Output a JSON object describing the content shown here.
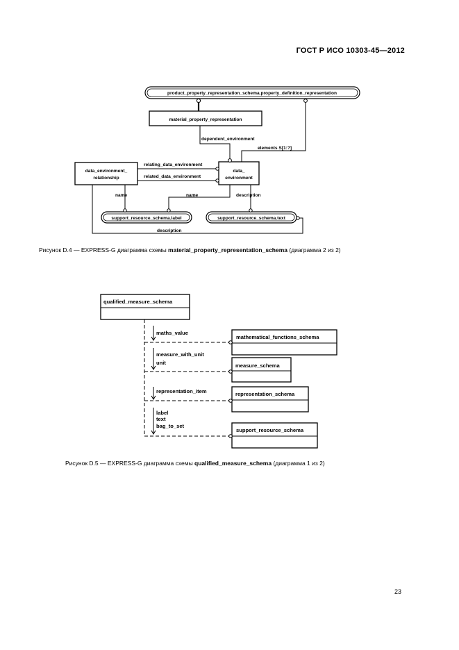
{
  "header": {
    "standard": "ГОСТ Р ИСО 10303-45—2012"
  },
  "figure_d4": {
    "nodes": {
      "top": "product_property_representation_schema.property_definition_representation",
      "mpr": "material_property_representation",
      "der_line1": "data_environment_",
      "der_line2": "relationship",
      "de_line1": "data_",
      "de_line2": "environment",
      "label": "support_resource_schema.label",
      "text": "support_resource_schema.text"
    },
    "edges": {
      "dependent_environment": "dependent_environment",
      "elements": "elements S[1:?]",
      "relating": "relating_data_environment",
      "related": "related_data_environment",
      "name_left": "name",
      "name_right": "name",
      "description_right": "description",
      "description_bottom": "description"
    },
    "caption": {
      "prefix": "Рисунок  D.4 — EXPRESS-G диаграмма схемы ",
      "schema": "material_property_representation_schema",
      "suffix": " (диаграмма 2 из 2)"
    }
  },
  "figure_d5": {
    "nodes": {
      "qms": "qualified_measure_schema",
      "mfs": "mathematical_functions_schema",
      "ms": "measure_schema",
      "rs": "representation_schema",
      "srs": "support_resource_schema"
    },
    "edges": {
      "maths_value": "maths_value",
      "measure_with_unit": "measure_with_unit",
      "unit": "unit",
      "representation_item": "representation_item",
      "label": "label",
      "text": "text",
      "bag_to_set": "bag_to_set"
    },
    "caption": {
      "prefix": "Рисунок  D.5 — EXPRESS-G диаграмма схемы ",
      "schema": "qualified_measure_schema",
      "suffix": " (диаграмма 1 из 2)"
    }
  },
  "page_number": "23"
}
